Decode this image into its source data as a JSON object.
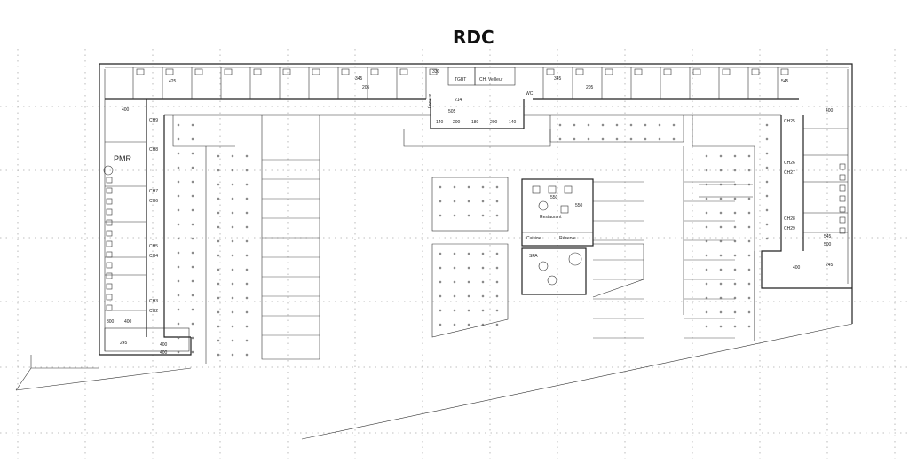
{
  "title": "RDC",
  "rooms": {
    "pmr": "PMR",
    "tgbt": "TGBT",
    "veilleur": "CH. Veilleur",
    "wc": "WC",
    "locaux": "Locaux",
    "restaurant": "Restaurant",
    "cuisine": "Cuisine",
    "reserve": "Réserve",
    "spa": "SPA",
    "left_wing": [
      "CH9",
      "CH8",
      "CH7",
      "CH6",
      "CH5",
      "CH4",
      "CH3",
      "CH2"
    ],
    "right_wing": [
      "CH25",
      "CH26",
      "CH27",
      "CH28",
      "CH29"
    ]
  },
  "dimensions": {
    "top": [
      "330",
      "345",
      "205",
      "345",
      "205",
      "425",
      "545"
    ],
    "hall": [
      "214",
      "505",
      "140",
      "200",
      "180",
      "200",
      "140"
    ],
    "left": [
      "400",
      "300",
      "400",
      "245",
      "400",
      "400"
    ],
    "right": [
      "400",
      "545",
      "500",
      "400",
      "245"
    ],
    "restaurant": [
      "550",
      "550"
    ]
  }
}
